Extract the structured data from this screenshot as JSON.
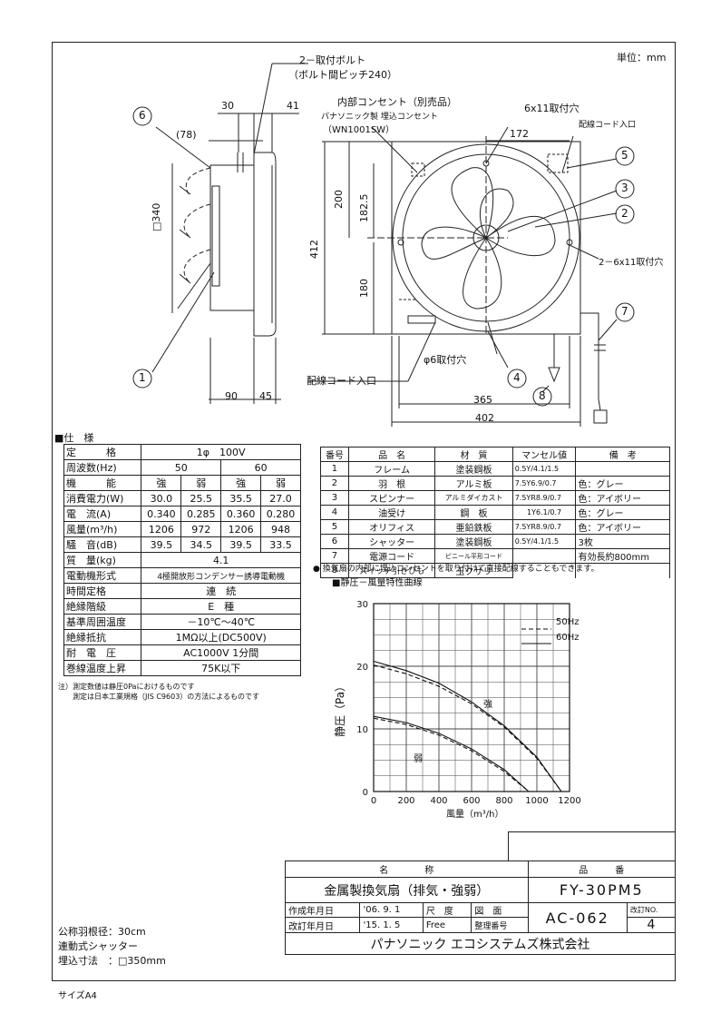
{
  "header": {
    "unit": "単位：mm"
  },
  "drawing": {
    "bolt_note": "2－取付ボルト",
    "bolt_pitch": "（ボルト間ピッチ240）",
    "outlet_title": "内部コンセント（別売品）",
    "outlet_maker": "パナソニック製 埋込コンセント",
    "outlet_model": "（WN1001SW）",
    "hole_top": "6x11取付穴",
    "cord_in_top": "配線コード入口",
    "hole_right": "2－6x11取付穴",
    "hole_bottom": "φ6取付穴",
    "cord_in_bottom": "配線コード入口",
    "dims": {
      "d30": "30",
      "d41": "41",
      "d78": "(78)",
      "d340": "□340",
      "d90": "90",
      "d45": "45",
      "d172": "172",
      "d200": "200",
      "d182_5": "182.5",
      "d180": "180",
      "d412": "412",
      "d365": "365",
      "d402": "402"
    },
    "callouts": [
      "1",
      "2",
      "3",
      "4",
      "5",
      "6",
      "7",
      "8"
    ]
  },
  "spec": {
    "title": "■仕　様",
    "rows": [
      [
        "定　　　格",
        "1φ　100V"
      ],
      [
        "周波数(Hz)",
        "50",
        "60"
      ],
      [
        "機　　　能",
        "強",
        "弱",
        "強",
        "弱"
      ],
      [
        "消費電力(W)",
        "30.0",
        "25.5",
        "35.5",
        "27.0"
      ],
      [
        "電　流(A)",
        "0.340",
        "0.285",
        "0.360",
        "0.280"
      ],
      [
        "風量(m³/h)",
        "1206",
        "972",
        "1206",
        "948"
      ],
      [
        "騒　音(dB)",
        "39.5",
        "34.5",
        "39.5",
        "33.5"
      ],
      [
        "質　量(kg)",
        "4.1"
      ],
      [
        "電動機形式",
        "4極開放形コンデンサー誘導電動機"
      ],
      [
        "時間定格",
        "連　続"
      ],
      [
        "絶縁階級",
        "E　種"
      ],
      [
        "基準周囲温度",
        "－10℃～40℃"
      ],
      [
        "絶縁抵抗",
        "1MΩ以上(DC500V)"
      ],
      [
        "耐　電　圧",
        "AC1000V 1分間"
      ],
      [
        "巻線温度上昇",
        "75K以下"
      ]
    ],
    "note1": "注）測定数値は静圧0Paにおけるものです",
    "note2": "測定は日本工業規格（JIS C9603）の方法によるものです"
  },
  "parts": {
    "headers": [
      "番号",
      "品　名",
      "材　質",
      "マンセル値",
      "備　考"
    ],
    "rows": [
      [
        "1",
        "フレーム",
        "塗装鋼板",
        "0.5Y/4.1/1.5",
        ""
      ],
      [
        "2",
        "羽　根",
        "アルミ板",
        "7.5Y6.9/0.7",
        "色：グレー"
      ],
      [
        "3",
        "スピンナー",
        "アルミダイカスト",
        "7.5YR8.9/0.7",
        "色：アイボリー"
      ],
      [
        "4",
        "油受け",
        "鋼　板",
        "1Y6.1/0.7",
        "色：グレー"
      ],
      [
        "5",
        "オリフィス",
        "亜鉛鉄板",
        "7.5YR8.9/0.7",
        "色：アイボリー"
      ],
      [
        "6",
        "シャッター",
        "塗装鋼板",
        "0.5Y/4.1/1.5",
        "3枚"
      ],
      [
        "7",
        "電源コード",
        "ビニール平形コード",
        "",
        "有効長約800mm"
      ],
      [
        "8",
        "スイッチ引きひも",
        "玉クサリ",
        "",
        ""
      ]
    ],
    "note": "● 換気扇の内部に埋込コンセントを取り付けて直接配線することもできます。"
  },
  "chart_title": "■静圧－風量特性曲線",
  "chart_data": {
    "type": "line",
    "ylabel": "静圧（Pa）",
    "xlabel": "風量（m³/h）",
    "xlim": [
      0,
      1200
    ],
    "ylim": [
      0,
      30
    ],
    "xticks": [
      "0",
      "200",
      "400",
      "600",
      "800",
      "1000",
      "1200"
    ],
    "yticks": [
      "0",
      "10",
      "20",
      "30"
    ],
    "legend": [
      "50Hz",
      "60Hz"
    ],
    "annotations": [
      "強",
      "弱"
    ],
    "series": [
      {
        "name": "50Hz",
        "mode": "強",
        "style": "dashed",
        "x": [
          0,
          200,
          400,
          600,
          800,
          1000,
          1150
        ],
        "y": [
          20.2,
          18.8,
          16.8,
          14,
          10.3,
          5.3,
          0
        ]
      },
      {
        "name": "60Hz",
        "mode": "強",
        "style": "solid",
        "x": [
          0,
          200,
          400,
          600,
          800,
          1000,
          1150
        ],
        "y": [
          20.8,
          19.3,
          17.3,
          14.3,
          10.5,
          5.5,
          0
        ]
      },
      {
        "name": "50Hz",
        "mode": "弱",
        "style": "dashed",
        "x": [
          0,
          200,
          400,
          600,
          800,
          950
        ],
        "y": [
          11.7,
          10.7,
          9,
          6.5,
          3.2,
          0
        ]
      },
      {
        "name": "60Hz",
        "mode": "弱",
        "style": "solid",
        "x": [
          0,
          200,
          400,
          600,
          800,
          950
        ],
        "y": [
          12,
          11,
          9.3,
          6.8,
          3.5,
          0
        ]
      }
    ]
  },
  "title_block": {
    "name_label": "名　　　　称",
    "number_label": "品　　　番",
    "product_name": "金属製換気扇（排気・強弱）",
    "product_number": "FY-30PM5",
    "created_label": "作成年月日",
    "created": "'06. 9. 1",
    "revised_label": "改訂年月日",
    "revised": "'15. 1. 5",
    "scale_label": "尺　度",
    "scale": "Free",
    "drawing_label": "図　面",
    "arrangement_label": "整理番号",
    "drawing_number": "AC-062",
    "revision_label": "改訂NO.",
    "revision": "4",
    "company": "パナソニック エコシステムズ株式会社"
  },
  "side_notes": [
    "公称羽根径：30cm",
    "連動式シャッター",
    "埋込寸法　：□350mm"
  ],
  "paper_size": "サイズA4"
}
